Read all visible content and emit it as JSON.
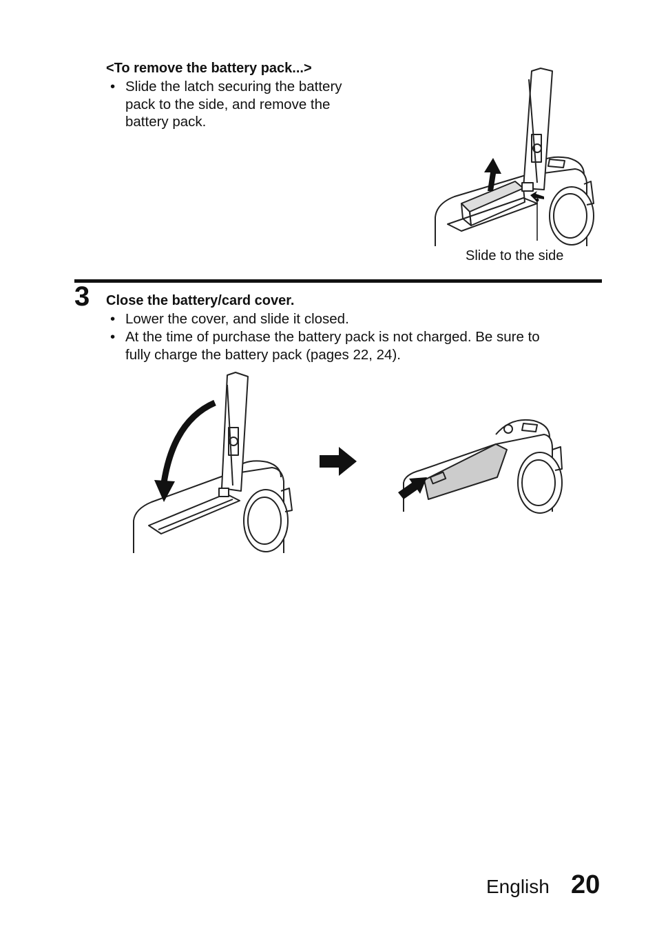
{
  "removal": {
    "heading": "<To remove the battery pack...>",
    "bullet": [
      "Slide the latch securing the battery",
      "pack to the side, and remove the",
      "battery pack."
    ],
    "caption": "Slide to the side"
  },
  "step3": {
    "number": "3",
    "heading": "Close the battery/card cover.",
    "bullets": [
      [
        "Lower the cover, and slide it closed."
      ],
      [
        "At the time of purchase the battery pack is not charged. Be sure to",
        "fully charge the battery pack (pages 22, 24)."
      ]
    ]
  },
  "bullet_symbol": "•",
  "footer": {
    "language": "English",
    "page": "20"
  },
  "icons": [
    "camera-battery-remove-illustration",
    "cover-lowering-illustration",
    "right-arrow-icon",
    "cover-closing-illustration"
  ]
}
